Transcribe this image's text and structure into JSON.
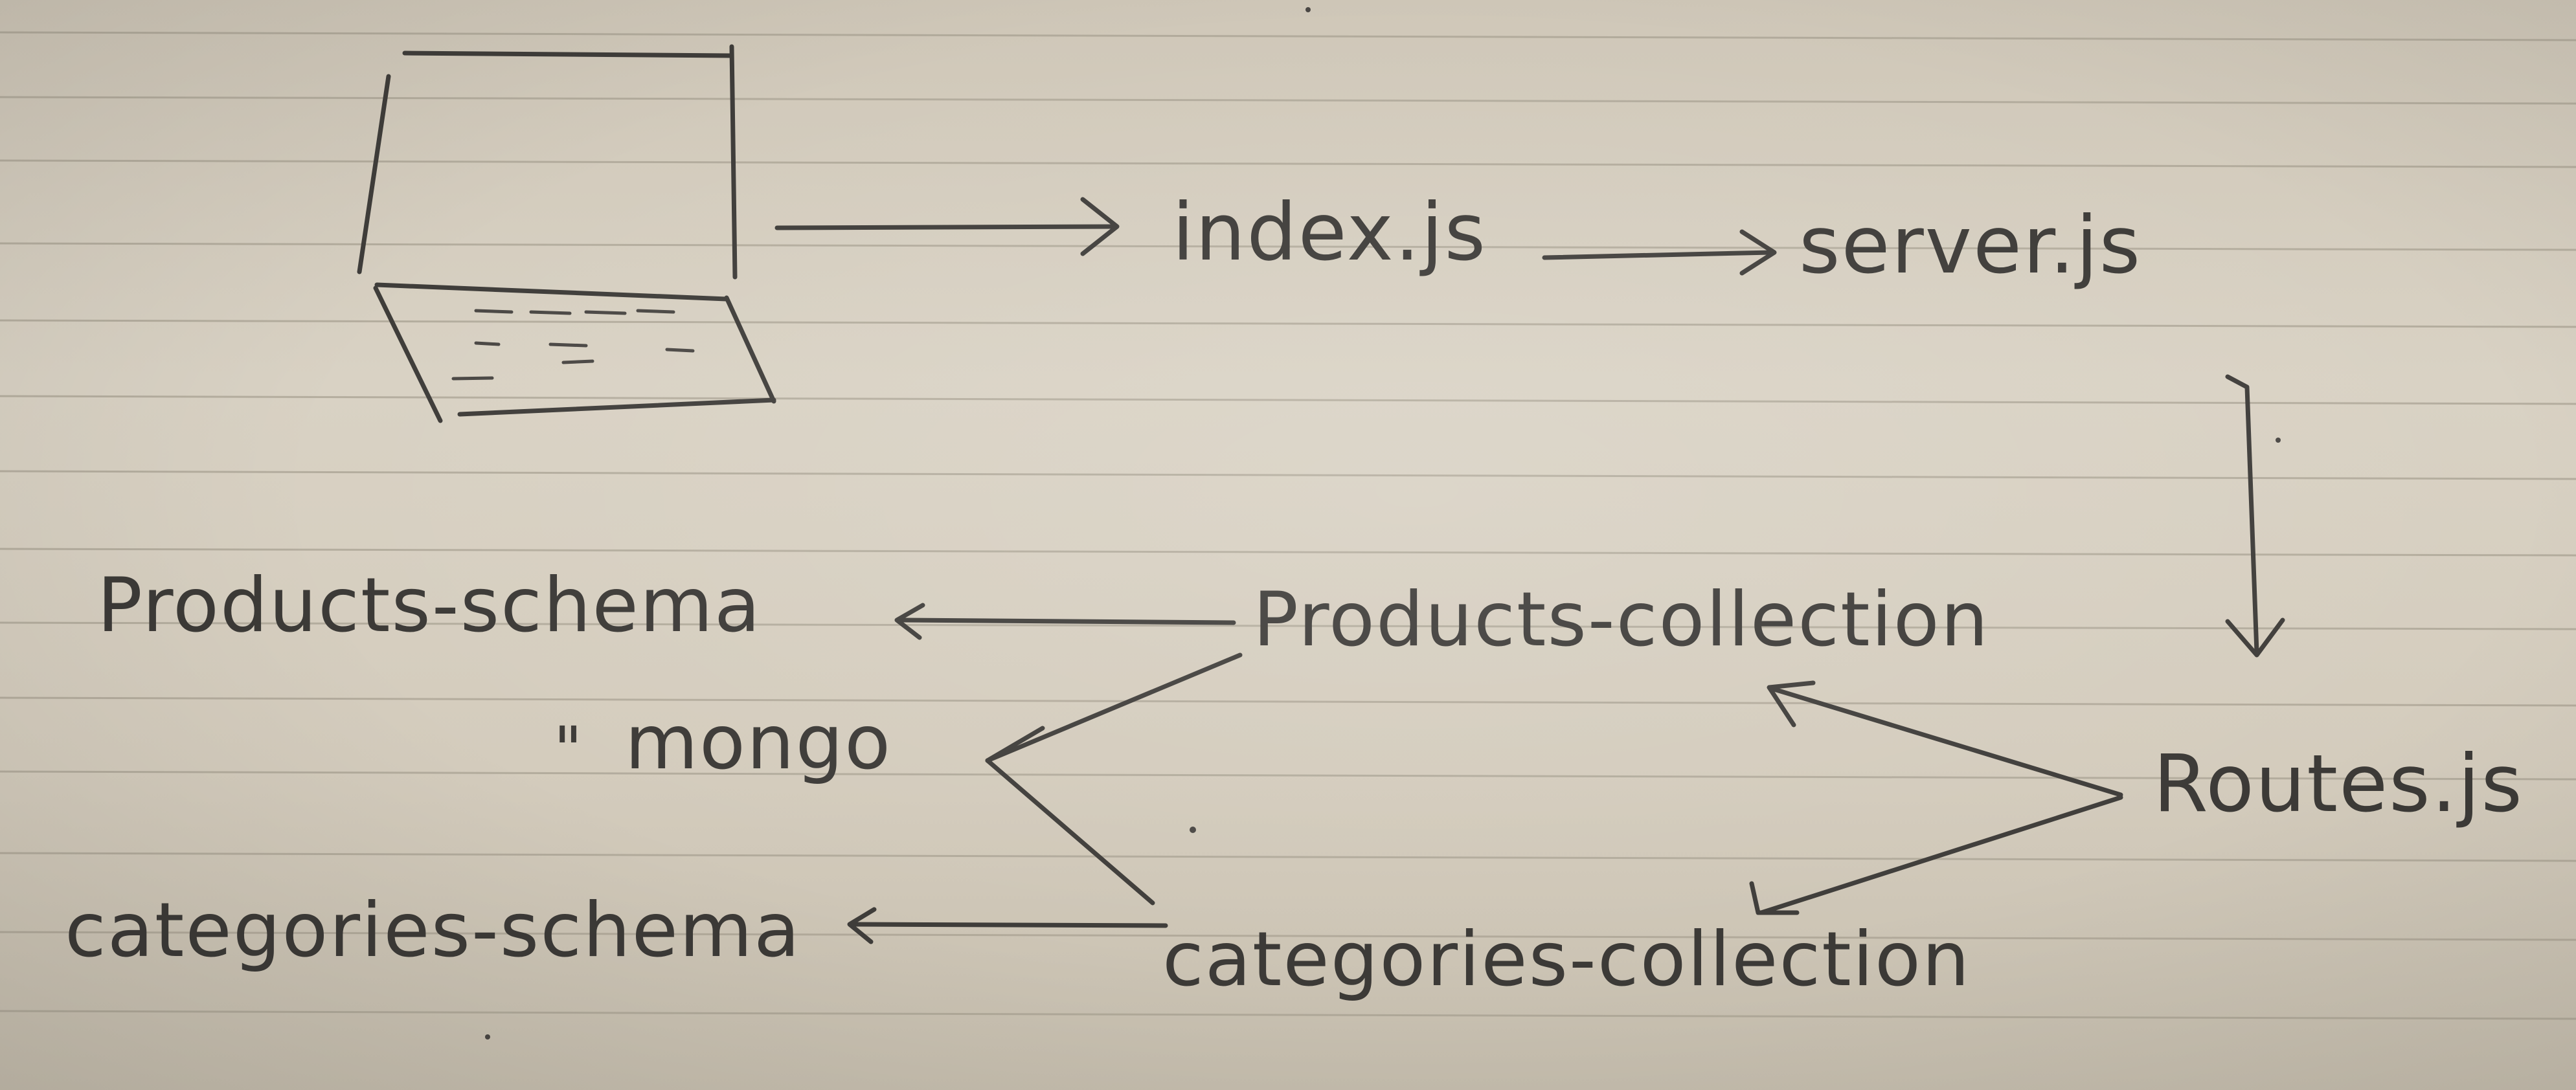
{
  "diagram": {
    "nodes": {
      "index": "index.js",
      "server": "server.js",
      "routes": "Routes.js",
      "products_collection": "Products-collection",
      "categories_collection": "categories-collection",
      "products_schema": "Products-schema",
      "categories_schema": "categories-schema",
      "mongo": "mongo",
      "mongo_prefix": "\""
    },
    "edges": [
      {
        "from": "laptop",
        "to": "index.js"
      },
      {
        "from": "index.js",
        "to": "server.js"
      },
      {
        "from": "server.js",
        "to": "Routes.js"
      },
      {
        "from": "Routes.js",
        "to": "Products-collection"
      },
      {
        "from": "Routes.js",
        "to": "categories-collection"
      },
      {
        "from": "Products-collection",
        "to": "Products-schema"
      },
      {
        "from": "categories-collection",
        "to": "categories-schema"
      },
      {
        "from": "Products-collection",
        "to": "mongo"
      },
      {
        "from": "categories-collection",
        "to": "mongo"
      }
    ],
    "ink_color": "#3f3d3a",
    "paper_color": "#d8d1c4",
    "rule_color": "#a9a293"
  }
}
